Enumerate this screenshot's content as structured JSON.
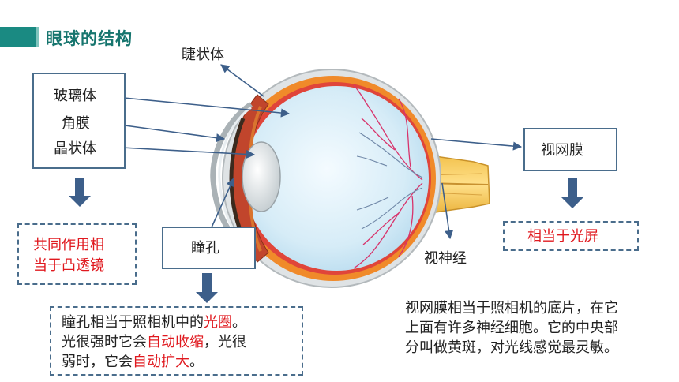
{
  "title": "眼球的结构",
  "labels": {
    "ciliary": "睫状体",
    "vitreous": "玻璃体",
    "cornea": "角膜",
    "lens": "晶状体",
    "pupil": "瞳孔",
    "retina": "视网膜",
    "optic_nerve": "视神经"
  },
  "notes": {
    "lens_group_line1": "共同作用相",
    "lens_group_line2": "当于凸透镜",
    "retina_note": "相当于光屏",
    "pupil_note": {
      "l1_a": "瞳孔相当于照相机中的",
      "l1_b": "光圈",
      "l1_c": "。",
      "l2_a": "光很强时它会",
      "l2_b": "自动收缩",
      "l2_c": "，光很",
      "l3_a": "弱时，它会",
      "l3_b": "自动扩大",
      "l3_c": "。"
    },
    "retina_desc": {
      "l1": "视网膜相当于照相机的底片，在它",
      "l2": "上面有许多神经细胞。它的中央部",
      "l3": "分叫做黄斑，对光线感觉最灵敏。"
    }
  },
  "colors": {
    "accent": "#1a8a82",
    "border": "#4a6d8c",
    "arrow": "#3d5f8a",
    "highlight": "#e0191f"
  }
}
